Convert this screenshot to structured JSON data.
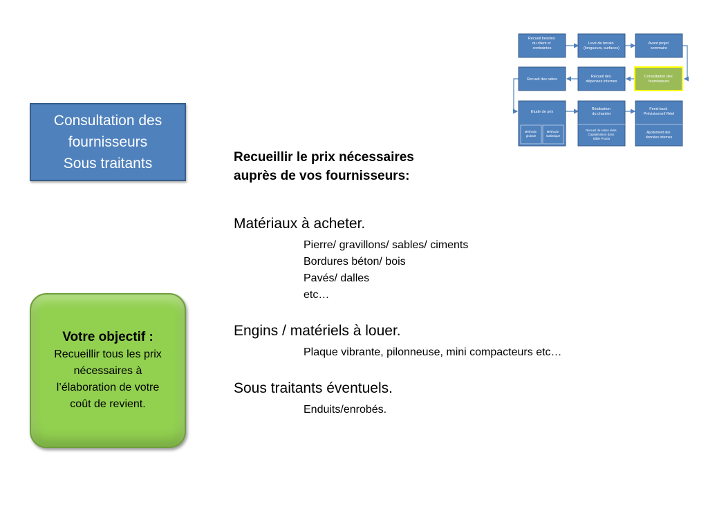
{
  "title_box": {
    "lines": [
      "Consultation des",
      "fournisseurs",
      "Sous traitants"
    ]
  },
  "objective": {
    "title": "Votre objectif :",
    "lines": [
      "Recueillir  tous les prix",
      "nécessaires à",
      "l’élaboration de votre",
      "coût de revient."
    ]
  },
  "content": {
    "heading_lines": [
      "Recueillir le prix nécessaires",
      "auprès de vos fournisseurs:"
    ],
    "sections": [
      {
        "title": "Matériaux à acheter.",
        "items": [
          "Pierre/ gravillons/ sables/ ciments",
          "Bordures béton/ bois",
          "Pavés/ dalles",
          "etc…"
        ]
      },
      {
        "title": "Engins / matériels à louer.",
        "items": [
          "Plaque vibrante, pilonneuse, mini compacteurs etc…"
        ]
      },
      {
        "title": "Sous traitants éventuels.",
        "items": [
          "Enduits/enrobés."
        ]
      }
    ]
  },
  "diagram": {
    "colors": {
      "box": "#4f81bd",
      "highlight": "#9bbb59",
      "highlight_border": "#ffff00",
      "arrow": "#4f81bd"
    },
    "row1": [
      [
        "Recueil besoins",
        "du client et",
        "contraintes"
      ],
      [
        "Levé de terrain",
        "(longueurs, surfaces)"
      ],
      [
        "Avant projet",
        "sommaire"
      ]
    ],
    "row2": [
      [
        "Recueil des ratios"
      ],
      [
        "Recueil des",
        "dépenses internes"
      ],
      [
        "Consultation des",
        "fournisseurs"
      ]
    ],
    "row3": [
      [
        "Etude de prix"
      ],
      [
        "Réalisation",
        "du chantier"
      ],
      [
        "Feed-back",
        "Prévisionnel/ Réel"
      ]
    ],
    "row3_sub": [
      [
        "Méthode",
        "globale"
      ],
      [
        "Méthode",
        "statistique"
      ],
      [
        "Recueil de ratios réels",
        "Capitalisation dans",
        "Bible Proxia"
      ],
      [
        "Ajustement des",
        "données internes"
      ]
    ]
  }
}
